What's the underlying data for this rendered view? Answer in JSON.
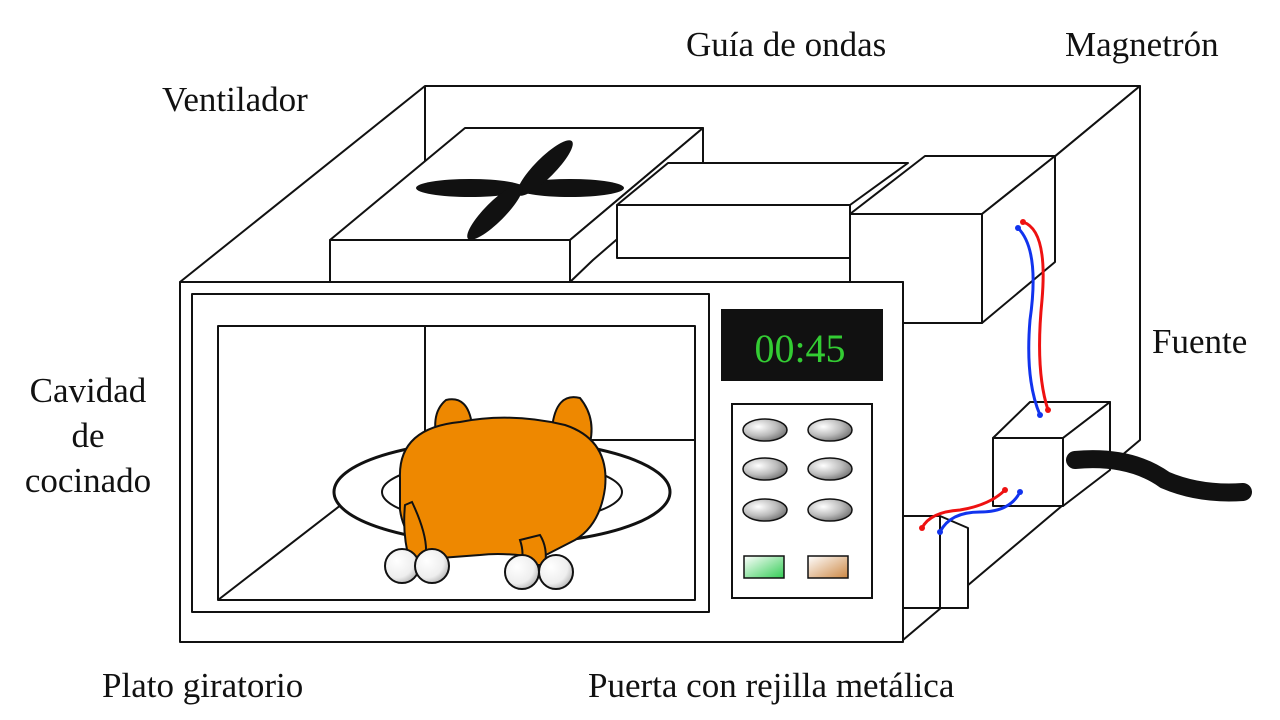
{
  "labels": {
    "ventilador": "Ventilador",
    "guia_de_ondas": "Guía de ondas",
    "magnetron": "Magnetrón",
    "fuente": "Fuente",
    "cavidad": [
      "Cavidad",
      "de",
      "cocinado"
    ],
    "plato_giratorio": "Plato giratorio",
    "puerta": "Puerta con rejilla metálica"
  },
  "display": {
    "time": "00:45",
    "text_color": "#33cc33",
    "background": "#111111"
  },
  "colors": {
    "outline": "#111111",
    "chicken": "#ee8800",
    "wire_red": "#ee1111",
    "wire_blue": "#1133ee",
    "start_button": "#33cc55",
    "stop_button": "#cc8844"
  },
  "icons": [
    "fan-icon",
    "roast-chicken-icon",
    "power-cord-icon"
  ]
}
